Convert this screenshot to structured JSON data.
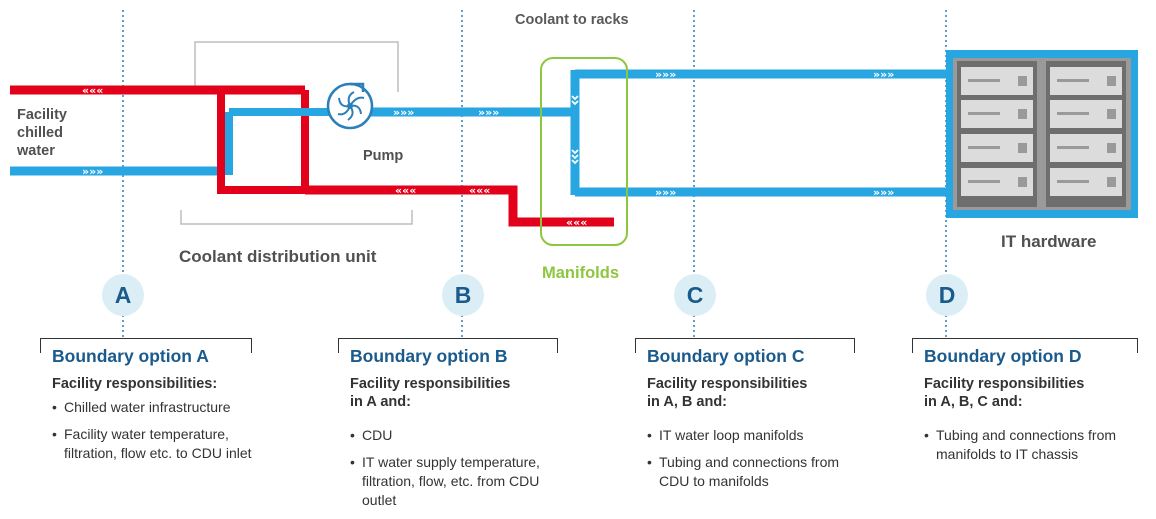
{
  "labels": {
    "coolant_to_racks": "Coolant to racks",
    "facility_chilled_water": [
      "Facility",
      "chilled",
      "water"
    ],
    "pump": "Pump",
    "cdu": "Coolant distribution unit",
    "manifolds": "Manifolds",
    "it_hardware": "IT hardware",
    "chevrons": "»»»",
    "chevrons_return": "«««"
  },
  "markers": [
    "A",
    "B",
    "C",
    "D"
  ],
  "options": [
    {
      "title": "Boundary option A",
      "subtitle": "Facility responsibilities:",
      "bullets": [
        "Chilled water infrastructure",
        "Facility water temperature, filtration, flow etc. to CDU inlet"
      ]
    },
    {
      "title": "Boundary option B",
      "subtitle": "Facility responsibilities\nin A and:",
      "bullets": [
        "CDU",
        "IT water supply temperature, filtration, flow, etc. from CDU outlet"
      ]
    },
    {
      "title": "Boundary option C",
      "subtitle": "Facility responsibilities\nin A, B and:",
      "bullets": [
        "IT water loop manifolds",
        "Tubing and connections from CDU to manifolds"
      ]
    },
    {
      "title": "Boundary option D",
      "subtitle": "Facility responsibilities\nin A, B, C and:",
      "bullets": [
        "Tubing and connections from manifolds to IT chassis"
      ]
    }
  ],
  "colors": {
    "supply_blue": "#27a6e1",
    "return_red": "#e2001a",
    "hardware_blue": "#27a6e1",
    "manifold_green": "#8dc63f",
    "title_blue": "#1a5a8c",
    "marker_fill": "#dceef5"
  },
  "icons": [
    "pump-impeller-icon",
    "server-unit-icon"
  ]
}
